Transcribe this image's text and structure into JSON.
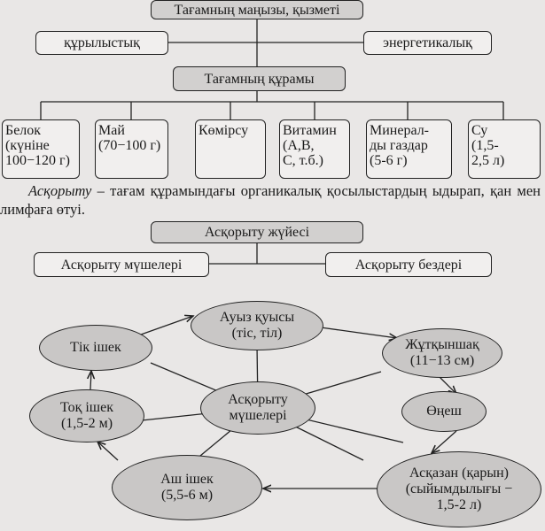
{
  "food": {
    "title": "Тағамның маңызы, қызметі",
    "functions": [
      "құрылыстық",
      "энергетикалық"
    ],
    "composition_title": "Тағамның құрамы",
    "components": [
      "Белок\n(күніне\n100−120 г)",
      "Май\n(70−100 г)",
      "Көмірсу",
      "Витамин\n(А,В,\nС, т.б.)",
      "Минерал-\nды газдар\n(5-6 г)",
      "Су\n(1,5-\n2,5 л)"
    ]
  },
  "definition": {
    "term": "Асқорыту",
    "text": " – тағам құрамындағы органикалық қосылыстардың ыдырап, қан мен лимфаға өтуі."
  },
  "digestion": {
    "title": "Асқорыту жүйесі",
    "branches": [
      "Асқорыту мүшелері",
      "Асқорыту бездері"
    ],
    "center": "Асқорыту\nмүшелері",
    "organs": {
      "mouth": "Ауыз қуысы\n(тіс, тіл)",
      "pharynx": "Жұтқыншақ\n(11−13 см)",
      "esophagus": "Өңеш",
      "stomach": "Асқазан (қарын)\n(сыйымдылығы −\n1,5-2 л)",
      "small": "Аш ішек\n(5,5-6 м)",
      "large": "Тоқ ішек\n(1,5-2 м)",
      "rectum": "Тік ішек"
    }
  }
}
